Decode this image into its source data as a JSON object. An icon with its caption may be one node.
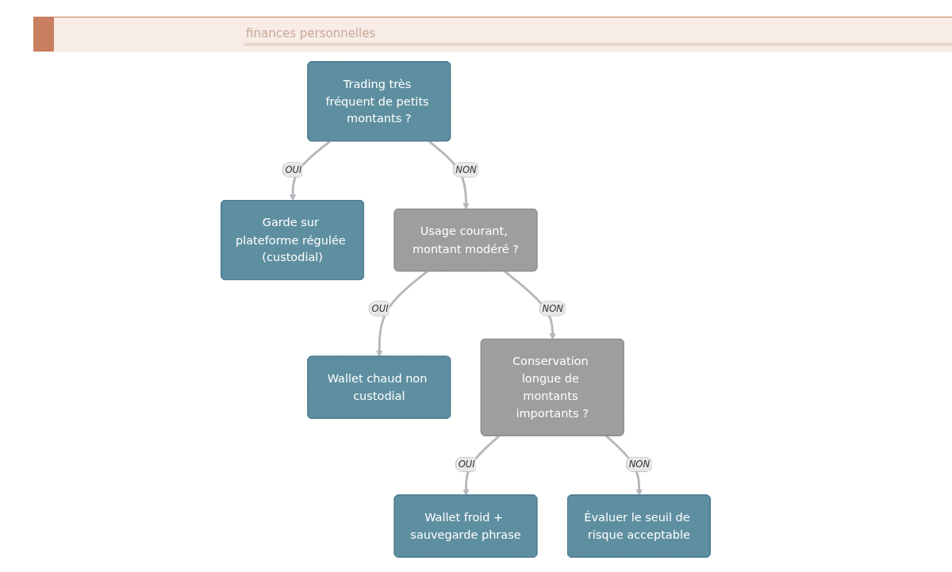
{
  "diagram": {
    "nodes": [
      {
        "text": [
          "Trading très fréquent de petits montants ?"
        ]
      },
      {
        "text": [
          "Garde sur plateforme régulée (custodial)"
        ]
      },
      {
        "text": [
          "Usage courant, montant modéré ?"
        ]
      },
      {
        "text": [
          "Wallet chaud non custodial"
        ]
      },
      {
        "text": [
          "Conservation longue de montants importants ?"
        ]
      },
      {
        "text": [
          "Wallet froid + sauvegarde phrase"
        ]
      },
      {
        "text": [
          "Évaluer le seuil de risque acceptable"
        ]
      }
    ],
    "edges": [
      {
        "from": 0,
        "to": 1,
        "label": "OUI",
        "arrow": "to"
      },
      {
        "from": 0,
        "to": 2,
        "label": "NON",
        "arrow": "to"
      },
      {
        "from": 2,
        "to": 3,
        "label": "OUI",
        "arrow": "to"
      },
      {
        "from": 2,
        "to": 4,
        "label": "NON",
        "arrow": "to"
      },
      {
        "from": 4,
        "to": 5,
        "label": "OUI",
        "arrow": "to"
      },
      {
        "from": 4,
        "to": 6,
        "label": "NON",
        "arrow": "to"
      }
    ],
    "labels": [
      "finances personnelles"
    ]
  }
}
